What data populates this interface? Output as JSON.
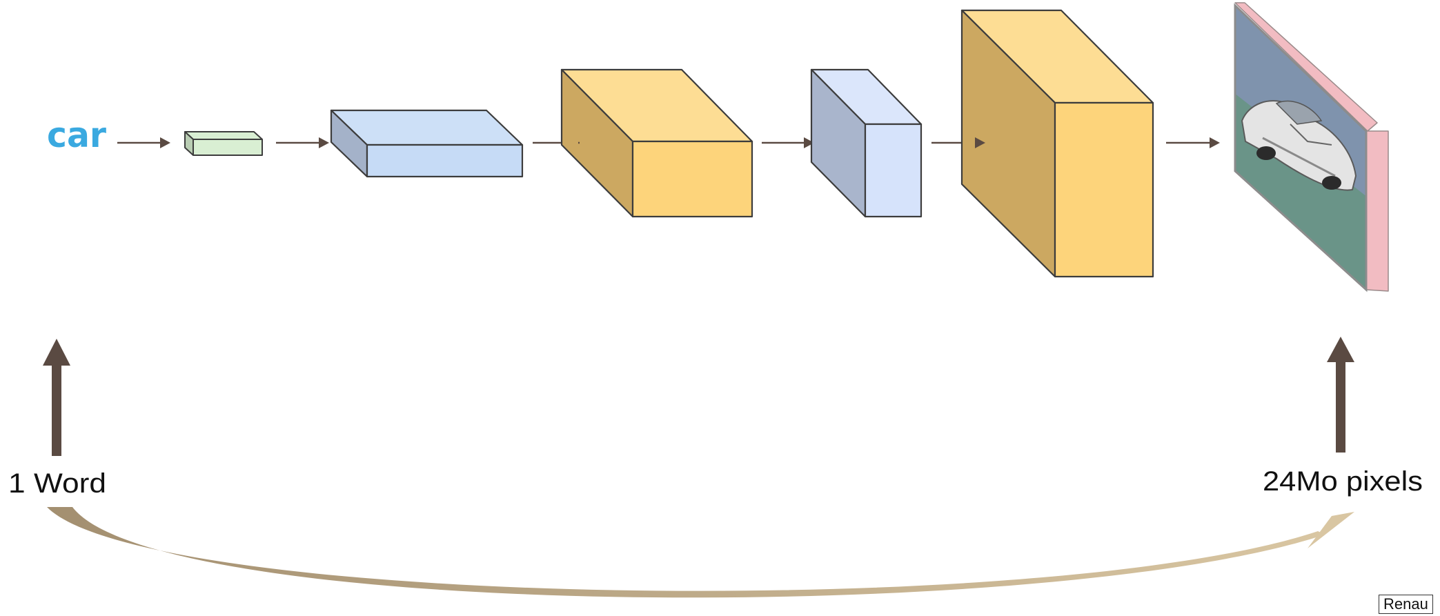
{
  "diagram": {
    "input_word": "car",
    "left_label": "1 Word",
    "right_label": "24Mo pixels",
    "credit": "Renau"
  },
  "colors": {
    "input_text": "#3aa9e0",
    "arrow": "#5a4a42",
    "tall_arrow": "#5a4a42",
    "curve_start": "#a38f70",
    "curve_end": "#d9c6a2",
    "block_edge": "#3c3c3c",
    "green_front": "#d9efd3",
    "green_side": "#b9cdb3",
    "blue_front": "#c6dbf6",
    "blue_top": "#cde0f7",
    "blue_side": "#a4b2c9",
    "gold_front": "#fdd47b",
    "gold_top": "#fddd94",
    "gold_side": "#cca861",
    "lav_front": "#d6e3fb",
    "lav_top": "#dbe6fb",
    "lav_side": "#a9b5cc",
    "image_sky": "#7f93ad",
    "image_ground": "#6a9488",
    "image_frame": "#f2bcc2"
  },
  "icons": {
    "output_image": "car-image-icon"
  }
}
